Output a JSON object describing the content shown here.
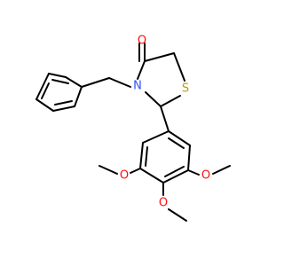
{
  "molecule": {
    "atoms": {
      "carbonyl_oxygen": {
        "symbol": "O",
        "color": "#ff0d0d"
      },
      "ring_nitrogen": {
        "symbol": "N",
        "color": "#3050f8"
      },
      "ring_sulfur": {
        "symbol": "S",
        "color": "#b8a000"
      },
      "methoxy_oxygen_left": {
        "symbol": "O",
        "color": "#ff0d0d"
      },
      "methoxy_oxygen_right": {
        "symbol": "O",
        "color": "#ff0d0d"
      },
      "methoxy_oxygen_bottom": {
        "symbol": "O",
        "color": "#ff0d0d"
      }
    },
    "bond_color": "#000000",
    "background": "#ffffff"
  }
}
